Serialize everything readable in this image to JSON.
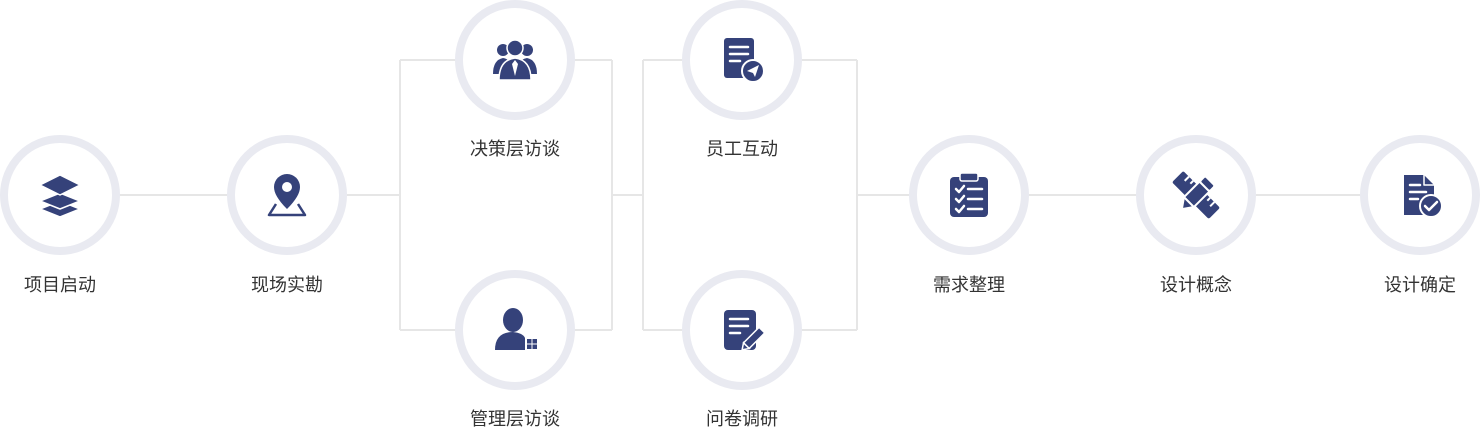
{
  "colors": {
    "icon": "#35427a",
    "ring": "#e9eaf1",
    "line": "#e6e6e6",
    "text": "#333333"
  },
  "steps": [
    {
      "label": "项目启动",
      "icon": "layers-icon"
    },
    {
      "label": "现场实勘",
      "icon": "location-pin-icon"
    },
    {
      "label": "决策层访谈",
      "icon": "team-icon"
    },
    {
      "label": "管理层访谈",
      "icon": "manager-icon"
    },
    {
      "label": "员工互动",
      "icon": "document-send-icon"
    },
    {
      "label": "问卷调研",
      "icon": "questionnaire-icon"
    },
    {
      "label": "需求整理",
      "icon": "clipboard-checklist-icon"
    },
    {
      "label": "设计概念",
      "icon": "ruler-pencil-icon"
    },
    {
      "label": "设计确定",
      "icon": "document-check-icon"
    }
  ]
}
